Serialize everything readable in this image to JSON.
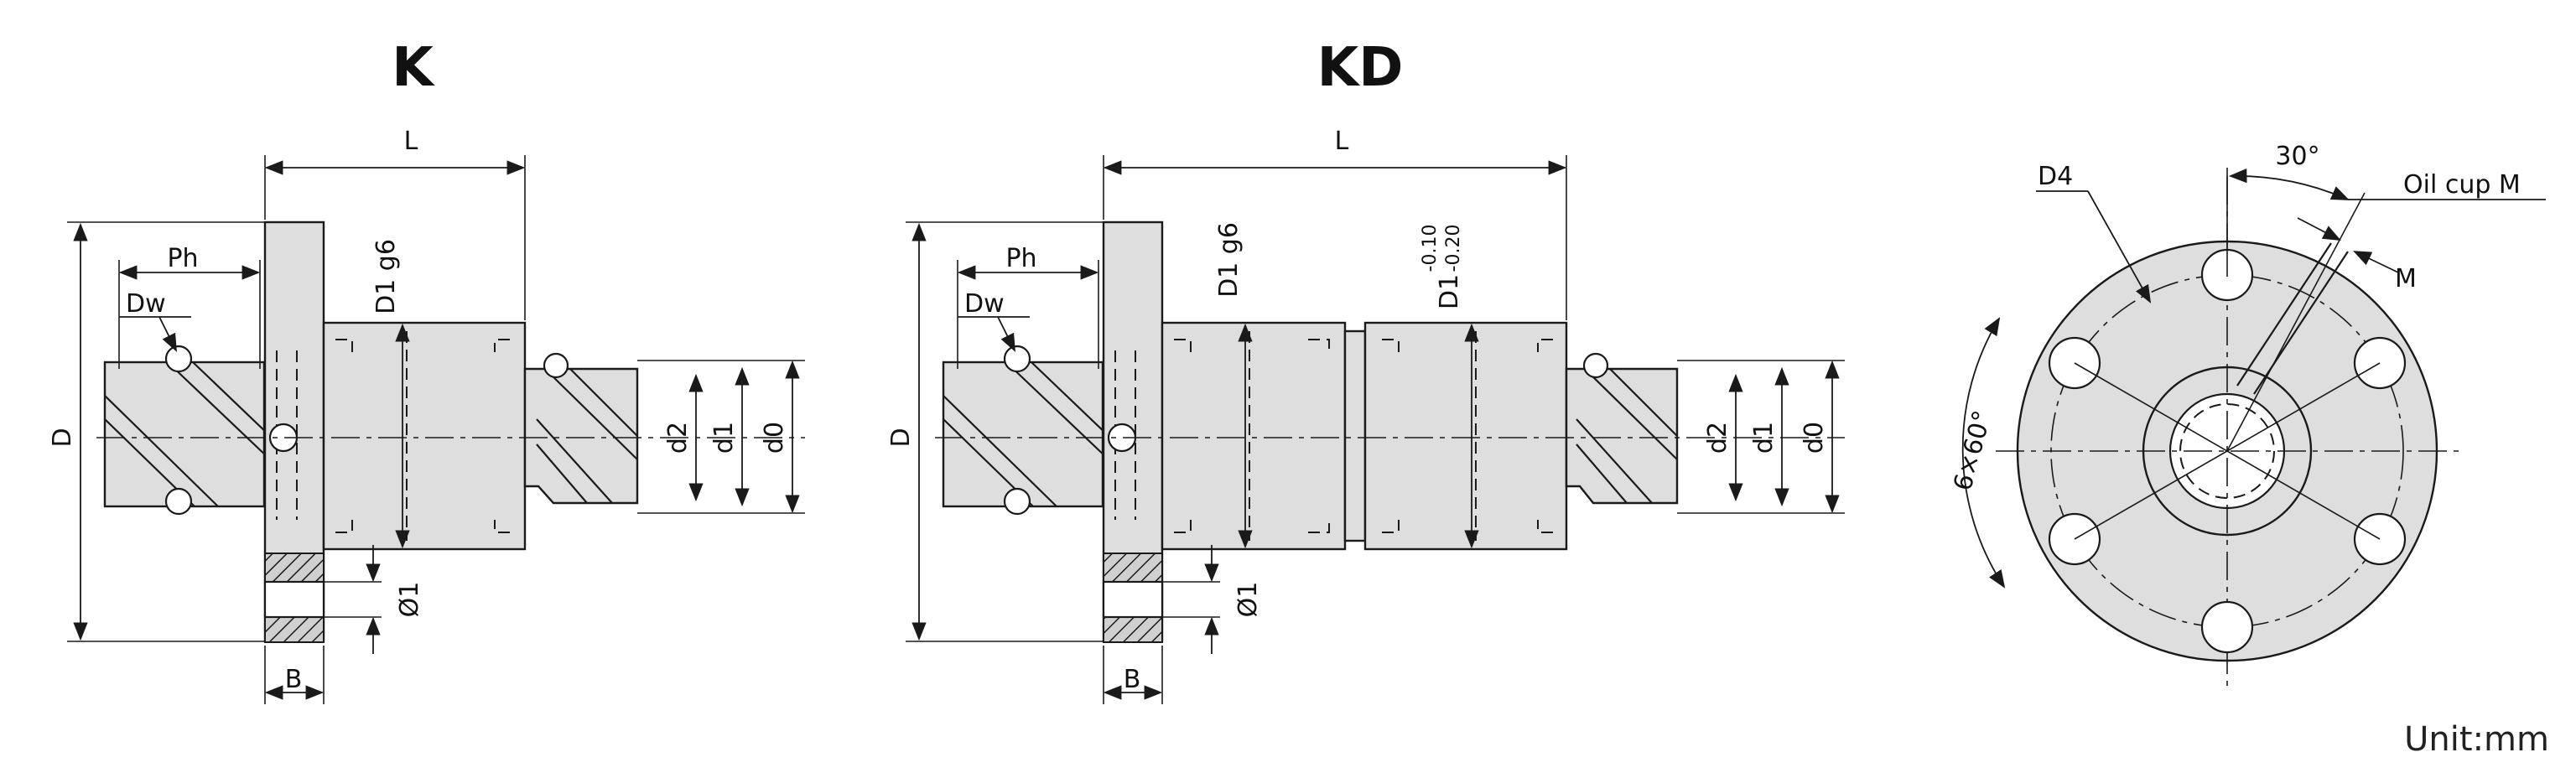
{
  "titles": {
    "k": "K",
    "kd": "KD"
  },
  "labels": {
    "L": "L",
    "Ph": "Ph",
    "Dw": "Dw",
    "D": "D",
    "D1g6": "D1 g6",
    "d2": "d2",
    "d1": "d1",
    "d0": "d0",
    "phi1": "Ø1",
    "B": "B",
    "D1": "D1",
    "tol_upper": "-0.10",
    "tol_lower": "-0.20",
    "D4": "D4",
    "angle30": "30°",
    "oil_cup": "Oil cup M",
    "M": "M",
    "holes": "6×60°"
  },
  "unit": "Unit:mm"
}
